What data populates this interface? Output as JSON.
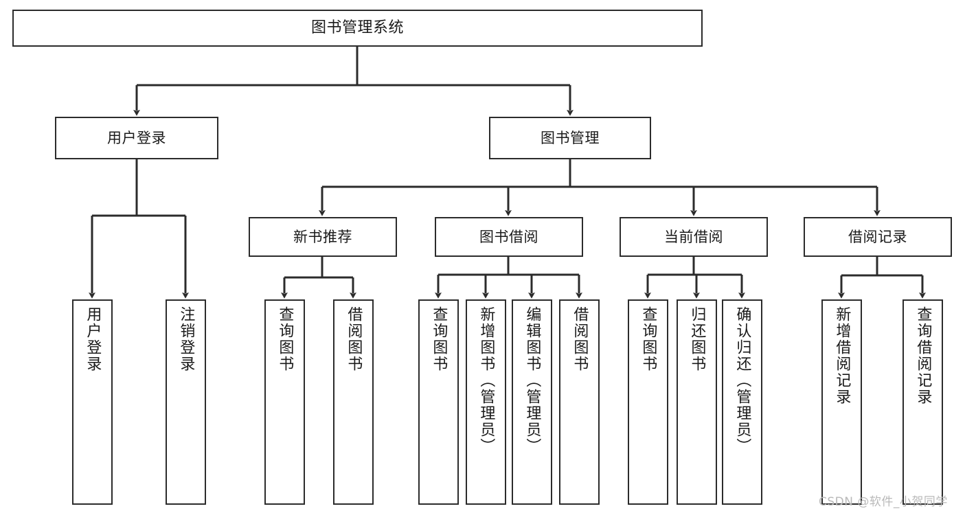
{
  "diagram": {
    "title": "图书管理系统",
    "type": "hierarchy-tree",
    "orientation": "top-down",
    "colors": {
      "stroke": "#2b2b2b",
      "fill": "#ffffff",
      "text": "#1a1a1a",
      "watermark": "#b9b9b9"
    },
    "root": {
      "label": "图书管理系统"
    },
    "level2": [
      {
        "label": "用户登录"
      },
      {
        "label": "图书管理"
      }
    ],
    "level3": [
      {
        "label": "新书推荐"
      },
      {
        "label": "图书借阅"
      },
      {
        "label": "当前借阅"
      },
      {
        "label": "借阅记录"
      }
    ],
    "leaves": {
      "user_login": [
        {
          "label": "用户登录"
        },
        {
          "label": "注销登录"
        }
      ],
      "new_book_recommend": [
        {
          "label": "查询图书"
        },
        {
          "label": "借阅图书"
        }
      ],
      "book_borrow": [
        {
          "label": "查询图书"
        },
        {
          "label": "新增图书（管理员）"
        },
        {
          "label": "编辑图书（管理员）"
        },
        {
          "label": "借阅图书"
        }
      ],
      "current_borrow": [
        {
          "label": "查询图书"
        },
        {
          "label": "归还图书"
        },
        {
          "label": "确认归还（管理员）"
        }
      ],
      "borrow_records": [
        {
          "label": "新增借阅记录"
        },
        {
          "label": "查询借阅记录"
        }
      ]
    }
  },
  "watermark": {
    "text": "CSDN @软件_小贺同学"
  }
}
